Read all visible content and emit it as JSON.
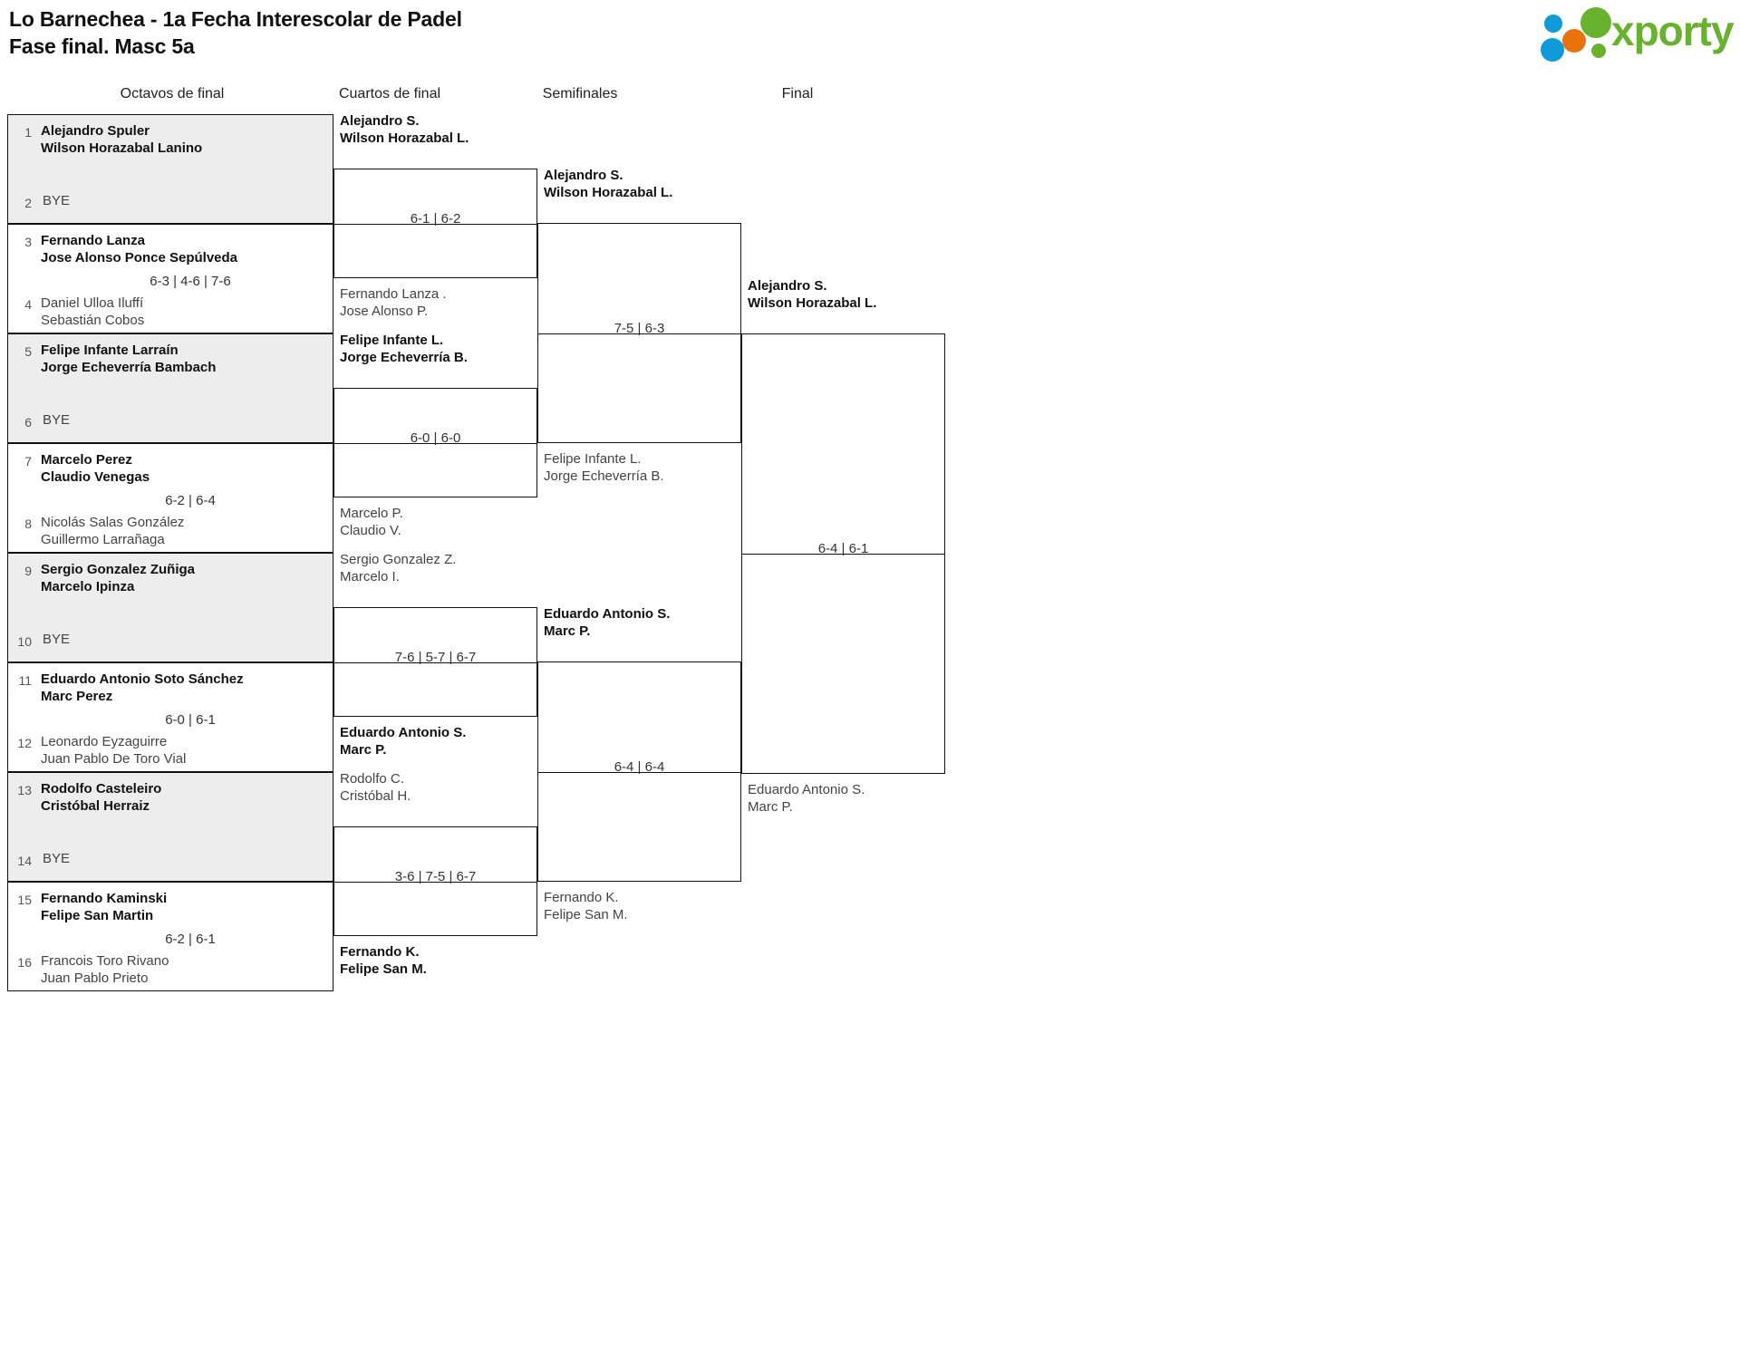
{
  "header": {
    "title_line1": "Lo Barnechea - 1a Fecha Interescolar de Padel",
    "title_line2": "Fase final. Masc 5a",
    "logo_text": "xporty",
    "logo_colors": {
      "blue": "#0f9bd7",
      "orange": "#e8720c",
      "green": "#68b22e"
    }
  },
  "rounds": [
    {
      "id": "octavos",
      "label": "Octavos de final"
    },
    {
      "id": "cuartos",
      "label": "Cuartos de final"
    },
    {
      "id": "semis",
      "label": "Semifinales"
    },
    {
      "id": "final",
      "label": "Final"
    }
  ],
  "bye_label": "BYE",
  "round1": [
    {
      "top_seed": "1",
      "top_names": [
        "Alejandro Spuler",
        "Wilson Horazabal Lanino"
      ],
      "top_winner": true,
      "bottom_seed": "2",
      "bottom_bye": true,
      "bottom_names": [
        "BYE"
      ],
      "bottom_winner": false,
      "score": "",
      "shaded": true
    },
    {
      "top_seed": "3",
      "top_names": [
        "Fernando Lanza",
        "Jose Alonso Ponce Sepúlveda"
      ],
      "top_winner": true,
      "bottom_seed": "4",
      "bottom_bye": false,
      "bottom_names": [
        "Daniel Ulloa Iluffí",
        "Sebastián Cobos"
      ],
      "bottom_winner": false,
      "score": "6-3 | 4-6 | 7-6",
      "shaded": false
    },
    {
      "top_seed": "5",
      "top_names": [
        "Felipe Infante Larraín",
        "Jorge Echeverría Bambach"
      ],
      "top_winner": true,
      "bottom_seed": "6",
      "bottom_bye": true,
      "bottom_names": [
        "BYE"
      ],
      "bottom_winner": false,
      "score": "",
      "shaded": true
    },
    {
      "top_seed": "7",
      "top_names": [
        "Marcelo Perez",
        "Claudio Venegas"
      ],
      "top_winner": true,
      "bottom_seed": "8",
      "bottom_bye": false,
      "bottom_names": [
        "Nicolás Salas González",
        "Guillermo Larrañaga"
      ],
      "bottom_winner": false,
      "score": "6-2 | 6-4",
      "shaded": false
    },
    {
      "top_seed": "9",
      "top_names": [
        "Sergio Gonzalez Zuñiga",
        "Marcelo Ipinza"
      ],
      "top_winner": true,
      "bottom_seed": "10",
      "bottom_bye": true,
      "bottom_names": [
        "BYE"
      ],
      "bottom_winner": false,
      "score": "",
      "shaded": true
    },
    {
      "top_seed": "11",
      "top_names": [
        "Eduardo Antonio Soto Sánchez",
        "Marc Perez"
      ],
      "top_winner": true,
      "bottom_seed": "12",
      "bottom_bye": false,
      "bottom_names": [
        "Leonardo Eyzaguirre",
        "Juan Pablo De Toro Vial"
      ],
      "bottom_winner": false,
      "score": "6-0 | 6-1",
      "shaded": false
    },
    {
      "top_seed": "13",
      "top_names": [
        "Rodolfo Casteleiro",
        "Cristóbal Herraiz"
      ],
      "top_winner": true,
      "bottom_seed": "14",
      "bottom_bye": true,
      "bottom_names": [
        "BYE"
      ],
      "bottom_winner": false,
      "score": "",
      "shaded": true
    },
    {
      "top_seed": "15",
      "top_names": [
        "Fernando Kaminski",
        "Felipe San Martin"
      ],
      "top_winner": true,
      "bottom_seed": "16",
      "bottom_bye": false,
      "bottom_names": [
        "Francois Toro Rivano",
        "Juan Pablo Prieto"
      ],
      "bottom_winner": false,
      "score": "6-2 | 6-1",
      "shaded": false
    }
  ],
  "round2": [
    {
      "top_names": [
        "Alejandro S.",
        "Wilson Horazabal L."
      ],
      "top_winner": true,
      "bottom_names": [
        "Fernando Lanza .",
        "Jose Alonso P."
      ],
      "bottom_winner": false,
      "score": "6-1 | 6-2"
    },
    {
      "top_names": [
        "Felipe Infante L.",
        "Jorge Echeverría B."
      ],
      "top_winner": true,
      "bottom_names": [
        "Marcelo P.",
        "Claudio V."
      ],
      "bottom_winner": false,
      "score": "6-0 | 6-0"
    },
    {
      "top_names": [
        "Sergio Gonzalez Z.",
        "Marcelo I."
      ],
      "top_winner": false,
      "bottom_names": [
        "Eduardo Antonio S.",
        "Marc P."
      ],
      "bottom_winner": true,
      "score": "7-6 | 5-7 | 6-7"
    },
    {
      "top_names": [
        "Rodolfo C.",
        "Cristóbal H."
      ],
      "top_winner": false,
      "bottom_names": [
        "Fernando K.",
        "Felipe San M."
      ],
      "bottom_winner": true,
      "score": "3-6 | 7-5 | 6-7"
    }
  ],
  "round3": [
    {
      "top_names": [
        "Alejandro S.",
        "Wilson Horazabal L."
      ],
      "top_winner": true,
      "bottom_names": [
        "Felipe Infante L.",
        "Jorge Echeverría B."
      ],
      "bottom_winner": false,
      "score": "7-5 | 6-3"
    },
    {
      "top_names": [
        "Eduardo Antonio S.",
        "Marc P."
      ],
      "top_winner": true,
      "bottom_names": [
        "Fernando K.",
        "Felipe San M."
      ],
      "bottom_winner": false,
      "score": "6-4 | 6-4"
    }
  ],
  "round4": [
    {
      "top_names": [
        "Alejandro S.",
        "Wilson Horazabal L."
      ],
      "top_winner": true,
      "bottom_names": [
        "Eduardo Antonio S.",
        "Marc P."
      ],
      "bottom_winner": false,
      "score": "6-4 | 6-1"
    }
  ]
}
